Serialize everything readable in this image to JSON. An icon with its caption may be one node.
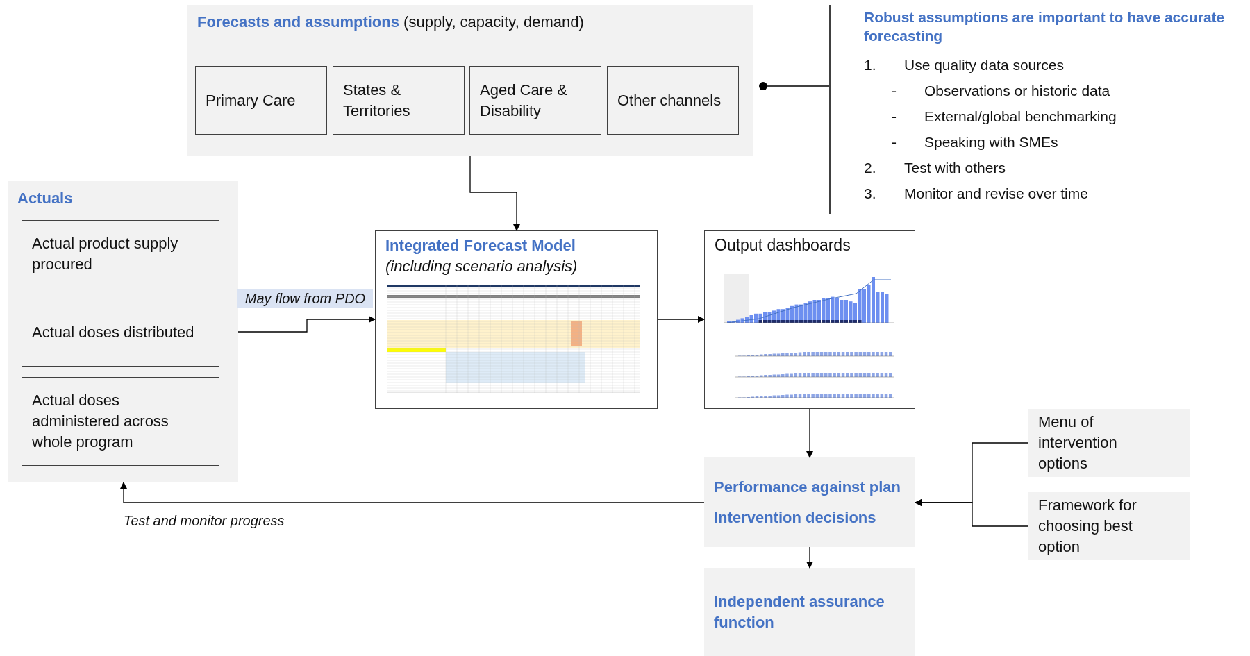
{
  "diagram": {
    "nodes": [
      {
        "text": [
          "**Forecasts and assumptions** (supply, capacity, demand)"
        ]
      },
      {
        "text": [
          "Primary Care"
        ],
        "in": 0
      },
      {
        "text": [
          "States & Territories"
        ],
        "in": 0
      },
      {
        "text": [
          "Aged Care & Disability"
        ],
        "in": 0
      },
      {
        "text": [
          "Other channels"
        ],
        "in": 0
      },
      {
        "text": [
          "Robust assumptions are important to have accurate forecasting",
          "1.",
          "Use quality data sources",
          "-",
          "Observations or historic data",
          "-",
          "External/global benchmarking",
          "-",
          "Speaking with SMEs",
          "2.",
          "Test with others",
          "3.",
          "Monitor and revise over time"
        ]
      },
      {
        "text": [
          "Actuals"
        ]
      },
      {
        "text": [
          "Actual product supply procured"
        ],
        "in": 6
      },
      {
        "text": [
          "Actual doses distributed"
        ],
        "in": 6
      },
      {
        "text": [
          "Actual doses administered across whole program"
        ],
        "in": 6
      },
      {
        "text": [
          "Integrated Forecast Model",
          "(including scenario analysis)"
        ]
      },
      {
        "text": [
          "Output dashboards"
        ]
      },
      {
        "text": [
          "Performance against plan",
          "Intervention decisions"
        ]
      },
      {
        "text": [
          "Independent assurance function"
        ]
      },
      {
        "text": [
          "Menu of intervention options"
        ]
      },
      {
        "text": [
          "Framework for choosing best option"
        ]
      }
    ],
    "edges": [
      {
        "from": 5,
        "to": 0,
        "arrow": "other"
      },
      {
        "from": 0,
        "to": 10,
        "arrow": "to"
      },
      {
        "from": 6,
        "to": 10,
        "arrow": "to",
        "label": "May flow from PDO"
      },
      {
        "from": 10,
        "to": 11,
        "arrow": "to"
      },
      {
        "from": 11,
        "to": 12,
        "arrow": "to"
      },
      {
        "from": 12,
        "to": 13,
        "arrow": "to"
      },
      {
        "from": 14,
        "to": 12,
        "arrow": "to"
      },
      {
        "from": 15,
        "to": 12,
        "arrow": "to"
      },
      {
        "from": 12,
        "to": 6,
        "arrow": "to",
        "label": "Test and monitor progress"
      }
    ]
  }
}
